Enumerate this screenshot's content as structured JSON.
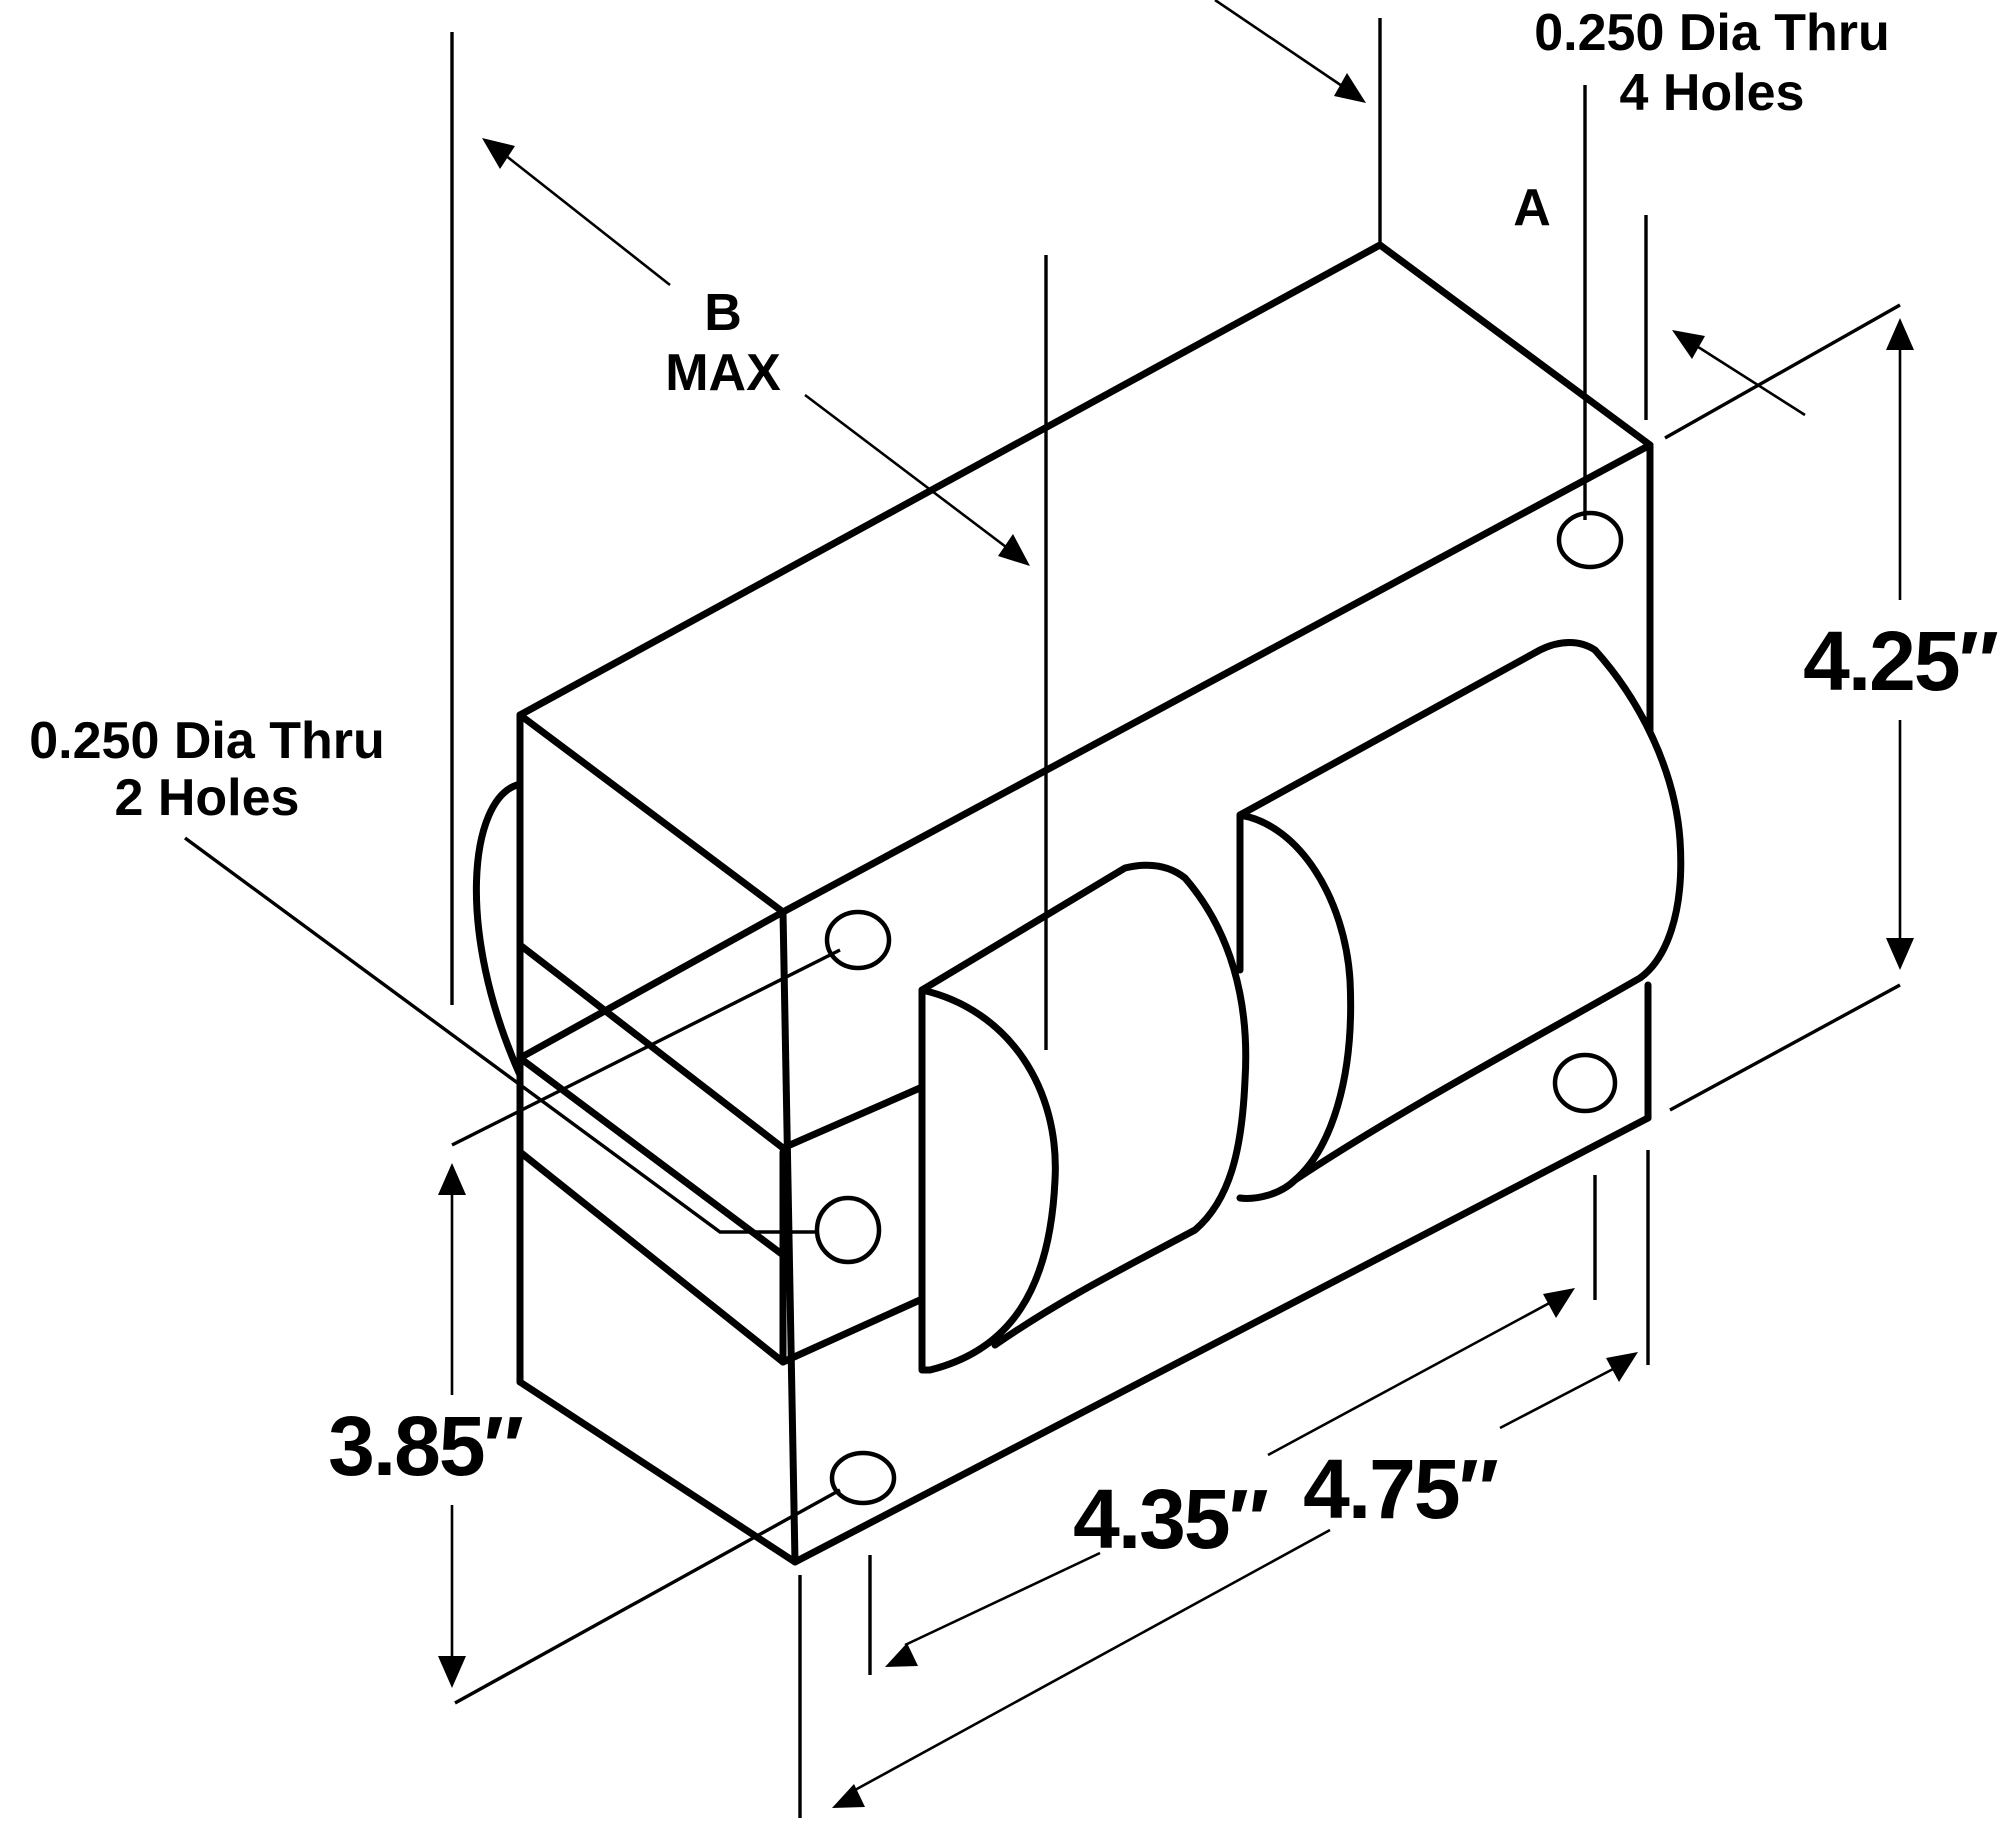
{
  "callouts": {
    "top_holes_line1": "0.250 Dia Thru",
    "top_holes_line2": "4 Holes",
    "side_holes_line1": "0.250 Dia Thru",
    "side_holes_line2": "2 Holes",
    "label_a": "A",
    "label_b_line1": "B",
    "label_b_line2": "MAX"
  },
  "dimensions": {
    "height": "4.25″",
    "width": "3.85″",
    "length_inner": "4.35″",
    "length_outer": "4.75″"
  }
}
